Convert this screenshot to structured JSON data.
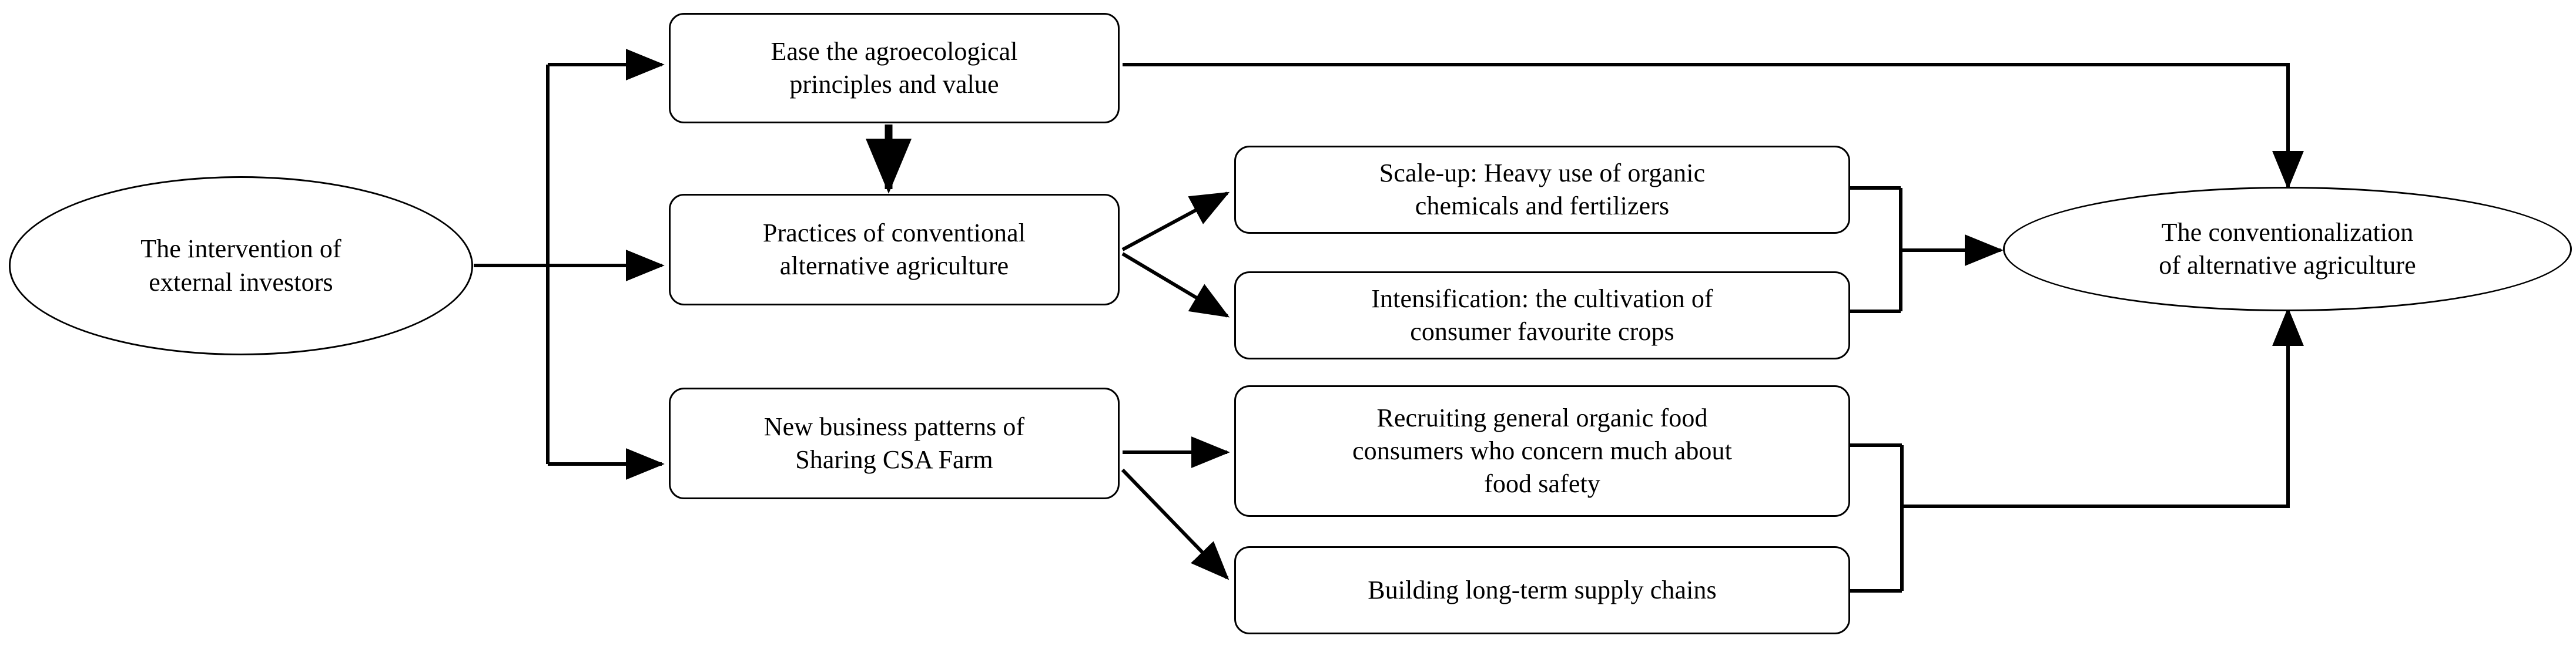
{
  "diagram": {
    "type": "flowchart",
    "orientation": "left-to-right",
    "background_color": "#ffffff",
    "stroke_color": "#000000",
    "text_color": "#000000",
    "nodes": {
      "source": {
        "shape": "ellipse",
        "label": "The intervention of\nexternal investors"
      },
      "ease_principles": {
        "shape": "rounded-rectangle",
        "label": "Ease the agroecological\nprinciples and value"
      },
      "practices_conventional": {
        "shape": "rounded-rectangle",
        "label": "Practices of conventional\nalternative agriculture"
      },
      "new_business_patterns": {
        "shape": "rounded-rectangle",
        "label": "New business patterns of\nSharing CSA Farm"
      },
      "scale_up": {
        "shape": "rounded-rectangle",
        "label": "Scale-up: Heavy use of organic\nchemicals and fertilizers"
      },
      "intensification": {
        "shape": "rounded-rectangle",
        "label": "Intensification: the cultivation of\nconsumer favourite crops"
      },
      "recruiting_consumers": {
        "shape": "rounded-rectangle",
        "label": "Recruiting general organic food\nconsumers who concern much about\nfood safety"
      },
      "supply_chains": {
        "shape": "rounded-rectangle",
        "label": "Building long-term supply chains"
      },
      "outcome": {
        "shape": "ellipse",
        "label": "The conventionalization\nof alternative agriculture"
      }
    },
    "edges": [
      {
        "from": "source",
        "to": "ease_principles",
        "style": "orthogonal",
        "arrow": "end"
      },
      {
        "from": "source",
        "to": "practices_conventional",
        "style": "straight",
        "arrow": "end"
      },
      {
        "from": "source",
        "to": "new_business_patterns",
        "style": "orthogonal",
        "arrow": "end"
      },
      {
        "from": "ease_principles",
        "to": "practices_conventional",
        "style": "straight-vertical",
        "arrow": "end",
        "weight": "thick"
      },
      {
        "from": "ease_principles",
        "to": "outcome",
        "style": "orthogonal",
        "arrow": "end"
      },
      {
        "from": "practices_conventional",
        "to": "scale_up",
        "style": "diagonal",
        "arrow": "end"
      },
      {
        "from": "practices_conventional",
        "to": "intensification",
        "style": "diagonal",
        "arrow": "end"
      },
      {
        "from": "new_business_patterns",
        "to": "recruiting_consumers",
        "style": "diagonal",
        "arrow": "end"
      },
      {
        "from": "new_business_patterns",
        "to": "supply_chains",
        "style": "diagonal",
        "arrow": "end"
      },
      {
        "from": "scale_up",
        "to": "outcome",
        "style": "orthogonal-merge",
        "arrow": "end"
      },
      {
        "from": "intensification",
        "to": "outcome",
        "style": "orthogonal-merge",
        "arrow": "end"
      },
      {
        "from": "recruiting_consumers",
        "to": "outcome",
        "style": "orthogonal-merge",
        "arrow": "end"
      },
      {
        "from": "supply_chains",
        "to": "outcome",
        "style": "orthogonal-merge",
        "arrow": "end"
      }
    ]
  }
}
